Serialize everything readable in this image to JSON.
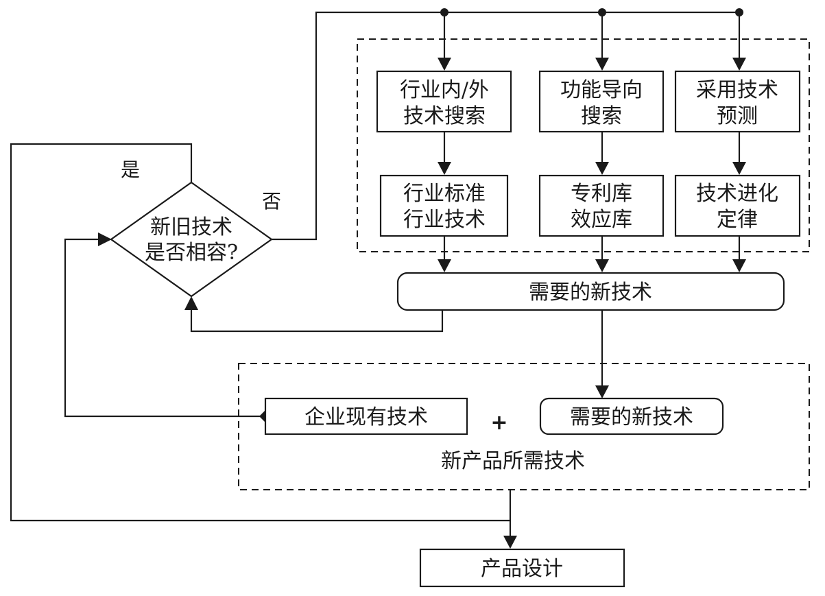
{
  "nodes": {
    "search_industry": {
      "line1": "行业内/外",
      "line2": "技术搜索"
    },
    "search_function": {
      "line1": "功能导向",
      "line2": "搜索"
    },
    "predict_tech": {
      "line1": "采用技术",
      "line2": "预测"
    },
    "industry_standard": {
      "line1": "行业标准",
      "line2": "行业技术"
    },
    "patent_db": {
      "line1": "专利库",
      "line2": "效应库"
    },
    "evolution_law": {
      "line1": "技术进化",
      "line2": "定律"
    },
    "new_tech_needed": {
      "label": "需要的新技术"
    },
    "decision": {
      "line1": "新旧技术",
      "line2": "是否相容?"
    },
    "existing_tech": {
      "label": "企业现有技术"
    },
    "new_tech_needed_2": {
      "label": "需要的新技术"
    },
    "product_design": {
      "label": "产品设计"
    }
  },
  "group_label": "新产品所需技术",
  "operator": "+",
  "edge_labels": {
    "yes": "是",
    "no": "否"
  }
}
